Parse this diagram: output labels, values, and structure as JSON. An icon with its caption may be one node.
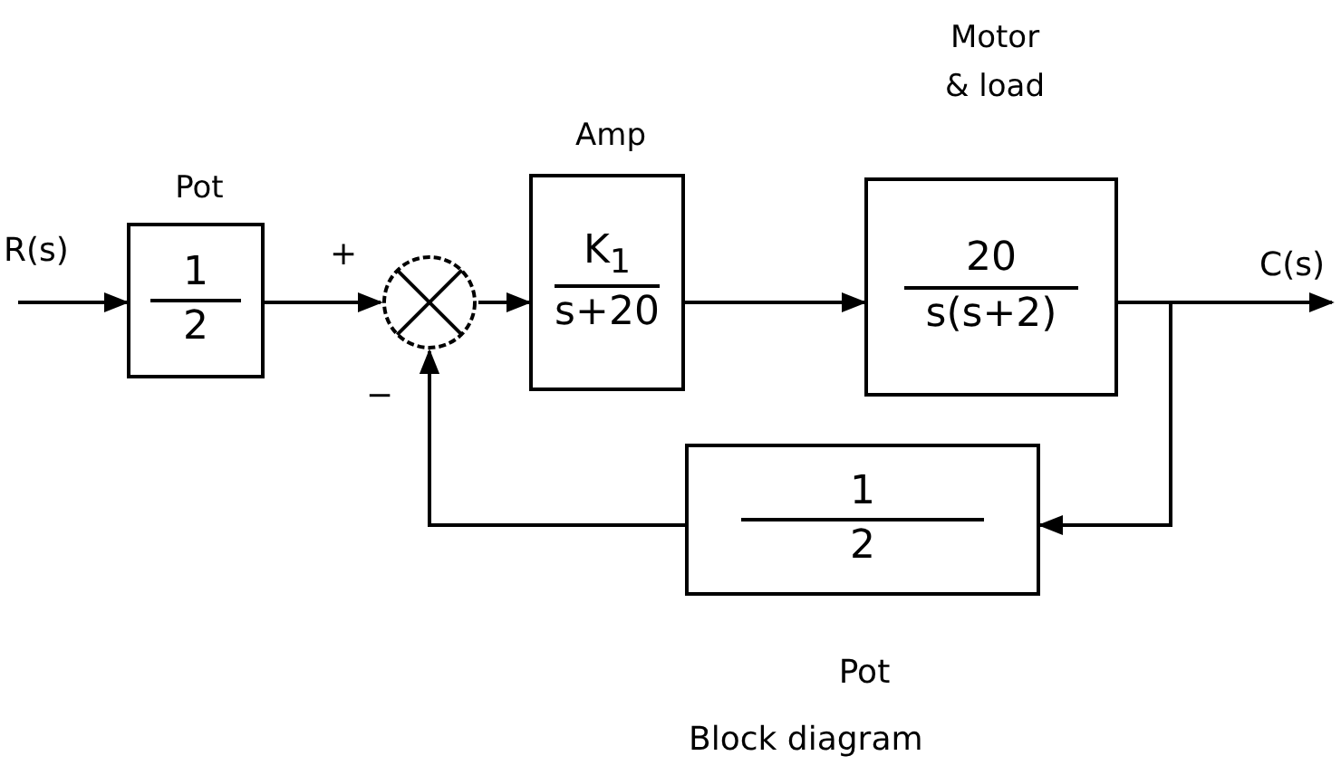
{
  "diagram": {
    "caption": "Block diagram",
    "nodes": [
      {
        "text": [
          "Pot",
          "1",
          "2"
        ]
      },
      {
        "text": [],
        "shape": "circle",
        "beside": [
          "+",
          "−"
        ]
      },
      {
        "text": [
          "Amp",
          "K$_{1}$",
          "s+20"
        ]
      },
      {
        "text": [
          "Motor & load",
          "20",
          "s(s+2)"
        ]
      },
      {
        "text": [
          "1",
          "2"
        ],
        "beside": [
          "Pot"
        ]
      }
    ],
    "edges": [
      {
        "from": null,
        "to": 0,
        "arrow": "to",
        "label": "R(s)"
      },
      {
        "from": 0,
        "to": 1,
        "arrow": "to"
      },
      {
        "from": 1,
        "to": 2,
        "arrow": "to"
      },
      {
        "from": 2,
        "to": 3,
        "arrow": "to"
      },
      {
        "from": 3,
        "to": null,
        "arrow": "to",
        "label": "C(s)"
      },
      {
        "from": 3,
        "to": 4,
        "arrow": "to"
      },
      {
        "from": 4,
        "to": 1,
        "arrow": "to"
      }
    ]
  }
}
